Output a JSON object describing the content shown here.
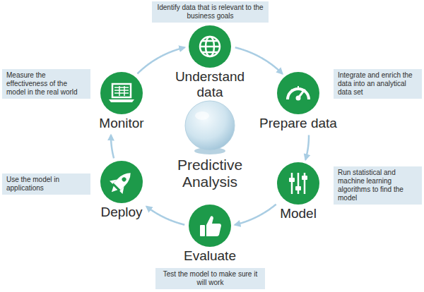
{
  "diagram": {
    "nodes": [
      {
        "text": [
          "Understand data"
        ]
      },
      {
        "text": [
          "Identify data that is relevant to the business goals"
        ]
      },
      {
        "text": [
          "Prepare data"
        ]
      },
      {
        "text": [
          "Integrate and enrich the data into an analytical data set"
        ]
      },
      {
        "text": [
          "Model"
        ]
      },
      {
        "text": [
          "Run statistical and machine learning algorithms to find the model"
        ]
      },
      {
        "text": [
          "Evaluate"
        ]
      },
      {
        "text": [
          "Test the model to make sure it will work"
        ]
      },
      {
        "text": [
          "Deploy"
        ]
      },
      {
        "text": [
          "Use the model in applications"
        ]
      },
      {
        "text": [
          "Monitor"
        ]
      },
      {
        "text": [
          "Measure the effectiveness of the model in the real world"
        ]
      }
    ],
    "edges": [
      {
        "from": 0,
        "to": 2,
        "arrow": "to"
      },
      {
        "from": 2,
        "to": 4,
        "arrow": "to"
      },
      {
        "from": 4,
        "to": 6,
        "arrow": "to"
      },
      {
        "from": 6,
        "to": 8,
        "arrow": "to"
      },
      {
        "from": 8,
        "to": 10,
        "arrow": "to"
      },
      {
        "from": 10,
        "to": 0,
        "arrow": "to"
      }
    ],
    "labels": [
      "Predictive Analysis"
    ]
  }
}
